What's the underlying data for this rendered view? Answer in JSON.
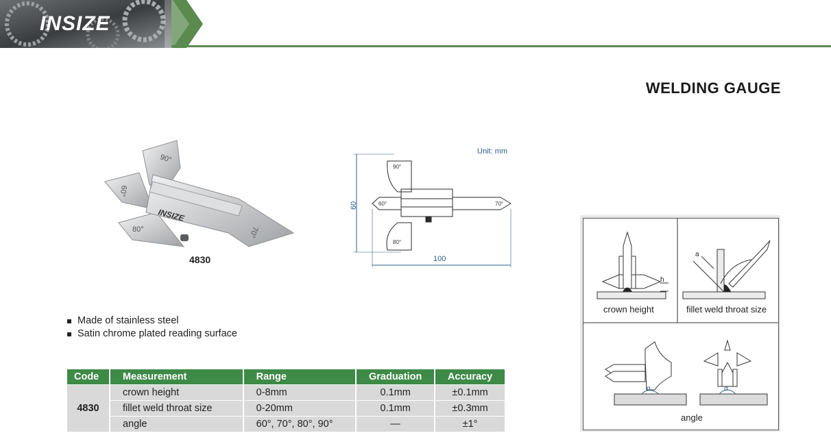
{
  "brand": {
    "logo_text": "INSIZE",
    "accent_color": "#3e8a47",
    "header_line_color": "#5a8a4e"
  },
  "page_title": "WELDING GAUGE",
  "product": {
    "code_label": "4830",
    "photo_scale_labels": [
      "90°",
      "60°",
      "80°",
      "70°"
    ],
    "photo_logo": "INSIZE"
  },
  "drawing": {
    "unit": "Unit: mm",
    "dim_height": "60",
    "dim_width": "100",
    "angle_labels": [
      "90°",
      "60°",
      "70°",
      "80°"
    ]
  },
  "features": [
    "Made of stainless steel",
    "Satin chrome plated reading surface"
  ],
  "table": {
    "headers": [
      "Code",
      "Measurement",
      "Range",
      "Graduation",
      "Accuracy"
    ],
    "code": "4830",
    "rows": [
      {
        "measurement": "crown height",
        "range": "0-8mm",
        "graduation": "0.1mm",
        "accuracy": "±0.1mm"
      },
      {
        "measurement": "fillet weld throat size",
        "range": "0-20mm",
        "graduation": "0.1mm",
        "accuracy": "±0.3mm"
      },
      {
        "measurement": "angle",
        "range": "60°, 70°, 80°, 90°",
        "graduation": "—",
        "accuracy": "±1°"
      }
    ]
  },
  "usage": {
    "crown_height": "crown height",
    "fillet_weld": "fillet weld throat size",
    "angle": "angle",
    "symbols": {
      "h": "h",
      "a": "a",
      "alpha": "α"
    }
  }
}
